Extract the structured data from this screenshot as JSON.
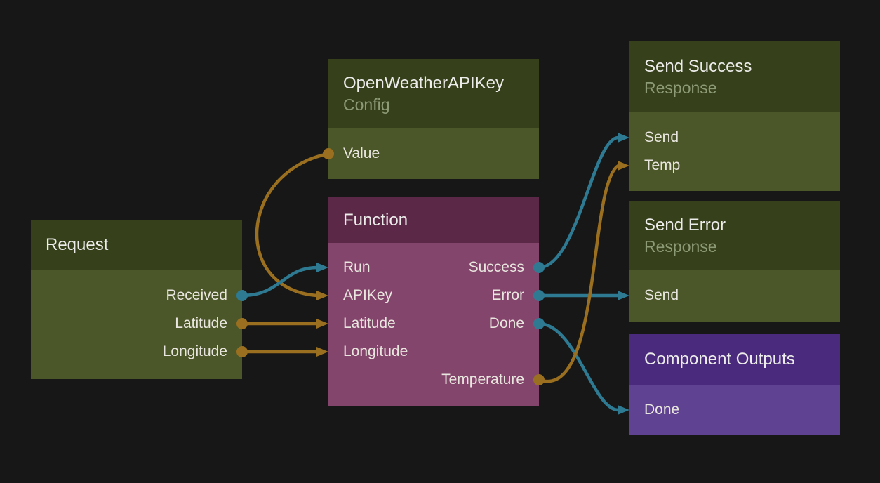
{
  "canvas": {
    "kind": "visual-flow-editor"
  },
  "colors": {
    "background": "#171717",
    "wire_teal": "#2e7a93",
    "wire_orange": "#9a6f1f",
    "green_node_header": "#36401b",
    "green_node_body": "#4b5629",
    "plum_node_header": "#5c2847",
    "plum_node_body": "#84456c",
    "purple_node_header": "#4a2a7c",
    "purple_node_body": "#5f4292",
    "title_text": "#ececea",
    "subtitle_text": "#8d9a76",
    "port_text": "#e8e6de"
  },
  "nodes": [
    {
      "id": "request",
      "title": "Request",
      "outputs": [
        {
          "label": "Received",
          "color": "teal"
        },
        {
          "label": "Latitude",
          "color": "orange"
        },
        {
          "label": "Longitude",
          "color": "orange"
        }
      ]
    },
    {
      "id": "openweatherapikey",
      "title": "OpenWeatherAPIKey",
      "subtitle": "Config",
      "outputs": [
        {
          "label": "Value",
          "color": "orange",
          "side": "left"
        }
      ]
    },
    {
      "id": "function",
      "title": "Function",
      "inputs": [
        {
          "label": "Run",
          "color": "teal"
        },
        {
          "label": "APIKey",
          "color": "orange"
        },
        {
          "label": "Latitude",
          "color": "orange"
        },
        {
          "label": "Longitude",
          "color": "orange"
        }
      ],
      "outputs": [
        {
          "label": "Success",
          "color": "teal"
        },
        {
          "label": "Error",
          "color": "teal"
        },
        {
          "label": "Done",
          "color": "teal"
        },
        {
          "label": "Temperature",
          "color": "orange"
        }
      ]
    },
    {
      "id": "send-success",
      "title": "Send Success",
      "subtitle": "Response",
      "inputs": [
        {
          "label": "Send",
          "color": "teal"
        },
        {
          "label": "Temp",
          "color": "orange"
        }
      ]
    },
    {
      "id": "send-error",
      "title": "Send Error",
      "subtitle": "Response",
      "inputs": [
        {
          "label": "Send",
          "color": "teal"
        }
      ]
    },
    {
      "id": "component-outputs",
      "title": "Component Outputs",
      "inputs": [
        {
          "label": "Done",
          "color": "teal"
        }
      ]
    }
  ],
  "connections": [
    {
      "from": "OpenWeatherAPIKey.Value",
      "to": "Function.APIKey",
      "color": "#9a6f1f"
    },
    {
      "from": "Request.Received",
      "to": "Function.Run",
      "color": "#2e7a93"
    },
    {
      "from": "Request.Latitude",
      "to": "Function.Latitude",
      "color": "#9a6f1f"
    },
    {
      "from": "Request.Longitude",
      "to": "Function.Longitude",
      "color": "#9a6f1f"
    },
    {
      "from": "Function.Success",
      "to": "Send Success.Send",
      "color": "#2e7a93"
    },
    {
      "from": "Function.Error",
      "to": "Send Error.Send",
      "color": "#2e7a93"
    },
    {
      "from": "Function.Done",
      "to": "Component Outputs.Done",
      "color": "#2e7a93"
    },
    {
      "from": "Function.Temperature",
      "to": "Send Success.Temp",
      "color": "#9a6f1f"
    }
  ]
}
